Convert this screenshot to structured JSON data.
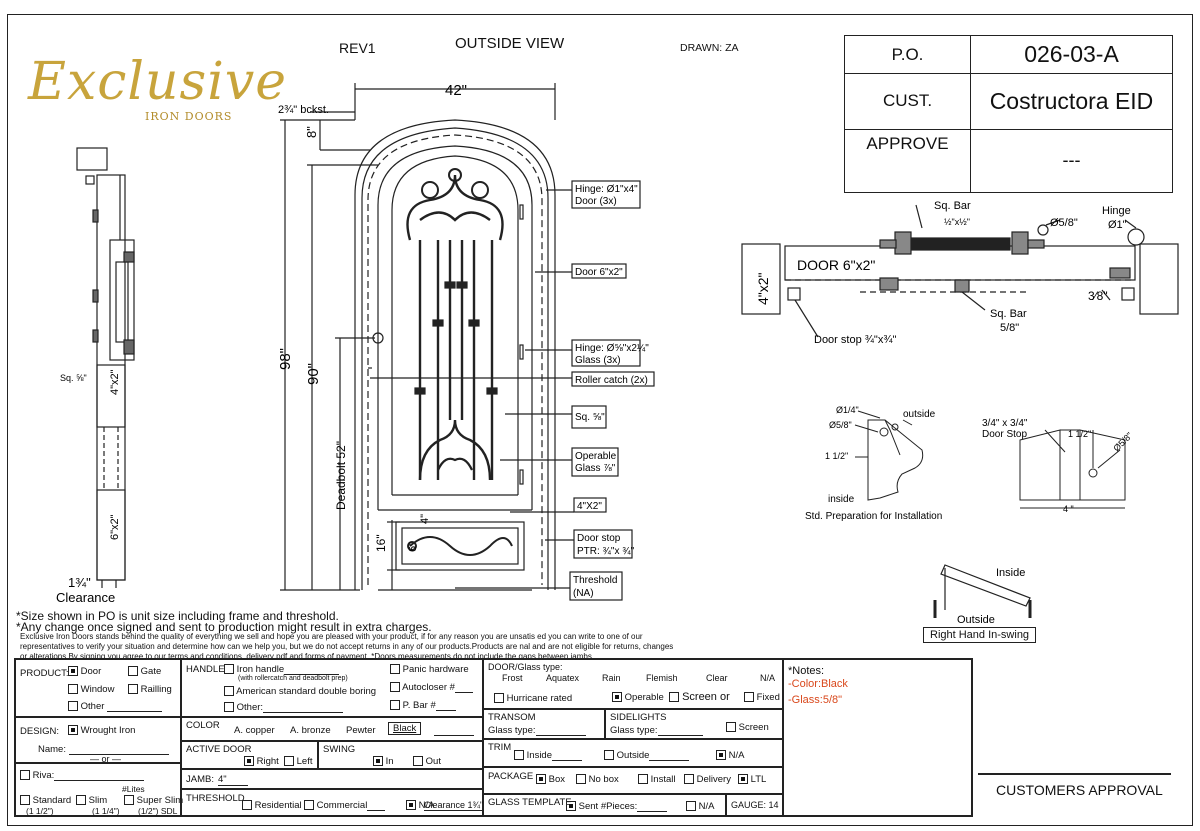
{
  "header": {
    "rev": "REV1",
    "view_title": "OUTSIDE VIEW",
    "drawn": "DRAWN: ZA"
  },
  "logo": {
    "main": "Exclusive",
    "sub": "IRON DOORS"
  },
  "po_table": {
    "po_label": "P.O.",
    "po_value": "026-03-A",
    "cust_label": "CUST.",
    "cust_value": "Costructora EID",
    "approve_label": "APPROVE",
    "approve_value": "---"
  },
  "elevation": {
    "width": "42\"",
    "bckst": "2¾\" bckst.",
    "top_8": "8\"",
    "h98": "98\"",
    "h90": "90\"",
    "deadbolt": "Deadbolt 52\"",
    "h16": "16\"",
    "h4": "4\"",
    "h6": "6\"",
    "callouts": [
      "Hinge: Ø1\"x4\"",
      "Door (3x)",
      "Door 6\"x2\"",
      "Hinge: Ø⅝\"x2¼\"",
      "Glass (3x)",
      "Roller catch  (2x)",
      "Sq. ⅝\"",
      "Operable",
      "Glass ⅞\"",
      "4\"X2\"",
      "Door stop",
      "PTR: ¾\"x ¾\"",
      "Threshold",
      "(NA)"
    ]
  },
  "side_section": {
    "sq": "Sq. ⅝\"",
    "s4x2": "4\"x2\"",
    "s6x2": "6\"x2\"",
    "clearance_val": "1¾\"",
    "clearance": "Clearance"
  },
  "plan_section": {
    "sq_bar": "Sq. Bar",
    "sq_bar_size": "½\"x½\"",
    "dia58": "Ø5/8\"",
    "hinge": "Hinge",
    "hinge_size": "Ø1\"",
    "door": "DOOR 6\"x2\"",
    "frame": "4\"x2\"",
    "three_eighths": "3⁄8\"",
    "door_stop": "Door stop ¾\"x¾\"",
    "sq_bar2": "Sq. Bar",
    "sq_bar2_size": "5/8\""
  },
  "prep": {
    "d14": "Ø1/4\"",
    "outside": "outside",
    "d58": "Ø5/8\"",
    "d112": "1 1/2\"",
    "inside": "inside",
    "caption": "Std. Preparation for Installation",
    "stop_title": "3/4\" x 3/4\"",
    "stop_sub": "Door Stop",
    "stop_112": "1 1/2\"",
    "stop_d58": "Ø5/8\"",
    "stop_4": "4 \""
  },
  "swing": {
    "inside": "Inside",
    "outside": "Outside",
    "caption": "Right Hand In-swing"
  },
  "notes": {
    "line1": "*Size shown in PO is unit size including frame and threshold.",
    "line2": "*Any change once signed and sent to production might result in extra charges.",
    "line3": "Exclusive Iron Doors stands behind the quality of everything we sell and hope you are pleased with your product, if for any reason you are unsatis    ed you can write to one of our",
    "line4": "representatives to verify your situation and determine how can we help you, but we do not accept returns in any of our products.Products are    nal and are not eligible for returns, changes",
    "line5": "or alterations.By signing you agree to our terms and conditions, delivery pdf and forms of payment. *Doors measurements do not include the gaps between jambs."
  },
  "form": {
    "product": "PRODUCT:",
    "door": "Door",
    "gate": "Gate",
    "window": "Window",
    "railling": "Railling",
    "other": "Other",
    "handle": "HANDLE",
    "iron_handle": "Iron handle",
    "iron_handle_note": "(with rollercatch and deadbolt prep)",
    "american": "American standard double boring",
    "other2": "Other:",
    "panic": "Panic hardware",
    "autocloser": "Autocloser #",
    "pbar": "P. Bar #",
    "glass_type": "DOOR/Glass type:",
    "glass_opts": [
      "Frost",
      "Aquatex",
      "Rain",
      "Flemish",
      "Clear",
      "N/A"
    ],
    "hurricane": "Hurricane rated",
    "operable": "Operable",
    "screen_or": "Screen or",
    "fixed": "Fixed",
    "design": "DESIGN:",
    "wrought": "Wrought Iron",
    "name": "Name:",
    "or": "or",
    "riva": "Riva:",
    "lites": "#Lites",
    "standard": "Standard",
    "standard_s": "(1 1/2\")",
    "slim": "Slim",
    "slim_s": "(1 1/4\")",
    "super_slim": "Super Slim",
    "super_slim_s": "(1/2\") SDL",
    "color": "COLOR",
    "color_opts": [
      "A. copper",
      "A. bronze",
      "Pewter",
      "Black"
    ],
    "active_door": "ACTIVE DOOR",
    "right": "Right",
    "left": "Left",
    "swing": "SWING",
    "in": "In",
    "out": "Out",
    "jamb": "JAMB:",
    "jamb_val": "4\"",
    "threshold": "THRESHOLD",
    "residential": "Residential",
    "commercial": "Commercial",
    "na": "N/A",
    "clearance": "Clearance 1¾\"",
    "transom": "TRANSOM",
    "transom_glass": "Glass type:",
    "sidelights": "SIDELIGHTS",
    "side_glass": "Glass type:",
    "screen": "Screen",
    "trim": "TRIM",
    "inside": "Inside",
    "outside": "Outside",
    "package": "PACKAGE",
    "box": "Box",
    "no_box": "No box",
    "install": "Install",
    "delivery": "Delivery",
    "ltl": "LTL",
    "glass_template": "GLASS TEMPLATE",
    "sent": "Sent #Pieces:",
    "gauge": "GAUGE: 14",
    "notes_title": "*Notes:",
    "note1": "-Color:Black",
    "note2": "-Glass:5/8\""
  },
  "approval": "CUSTOMERS APPROVAL"
}
